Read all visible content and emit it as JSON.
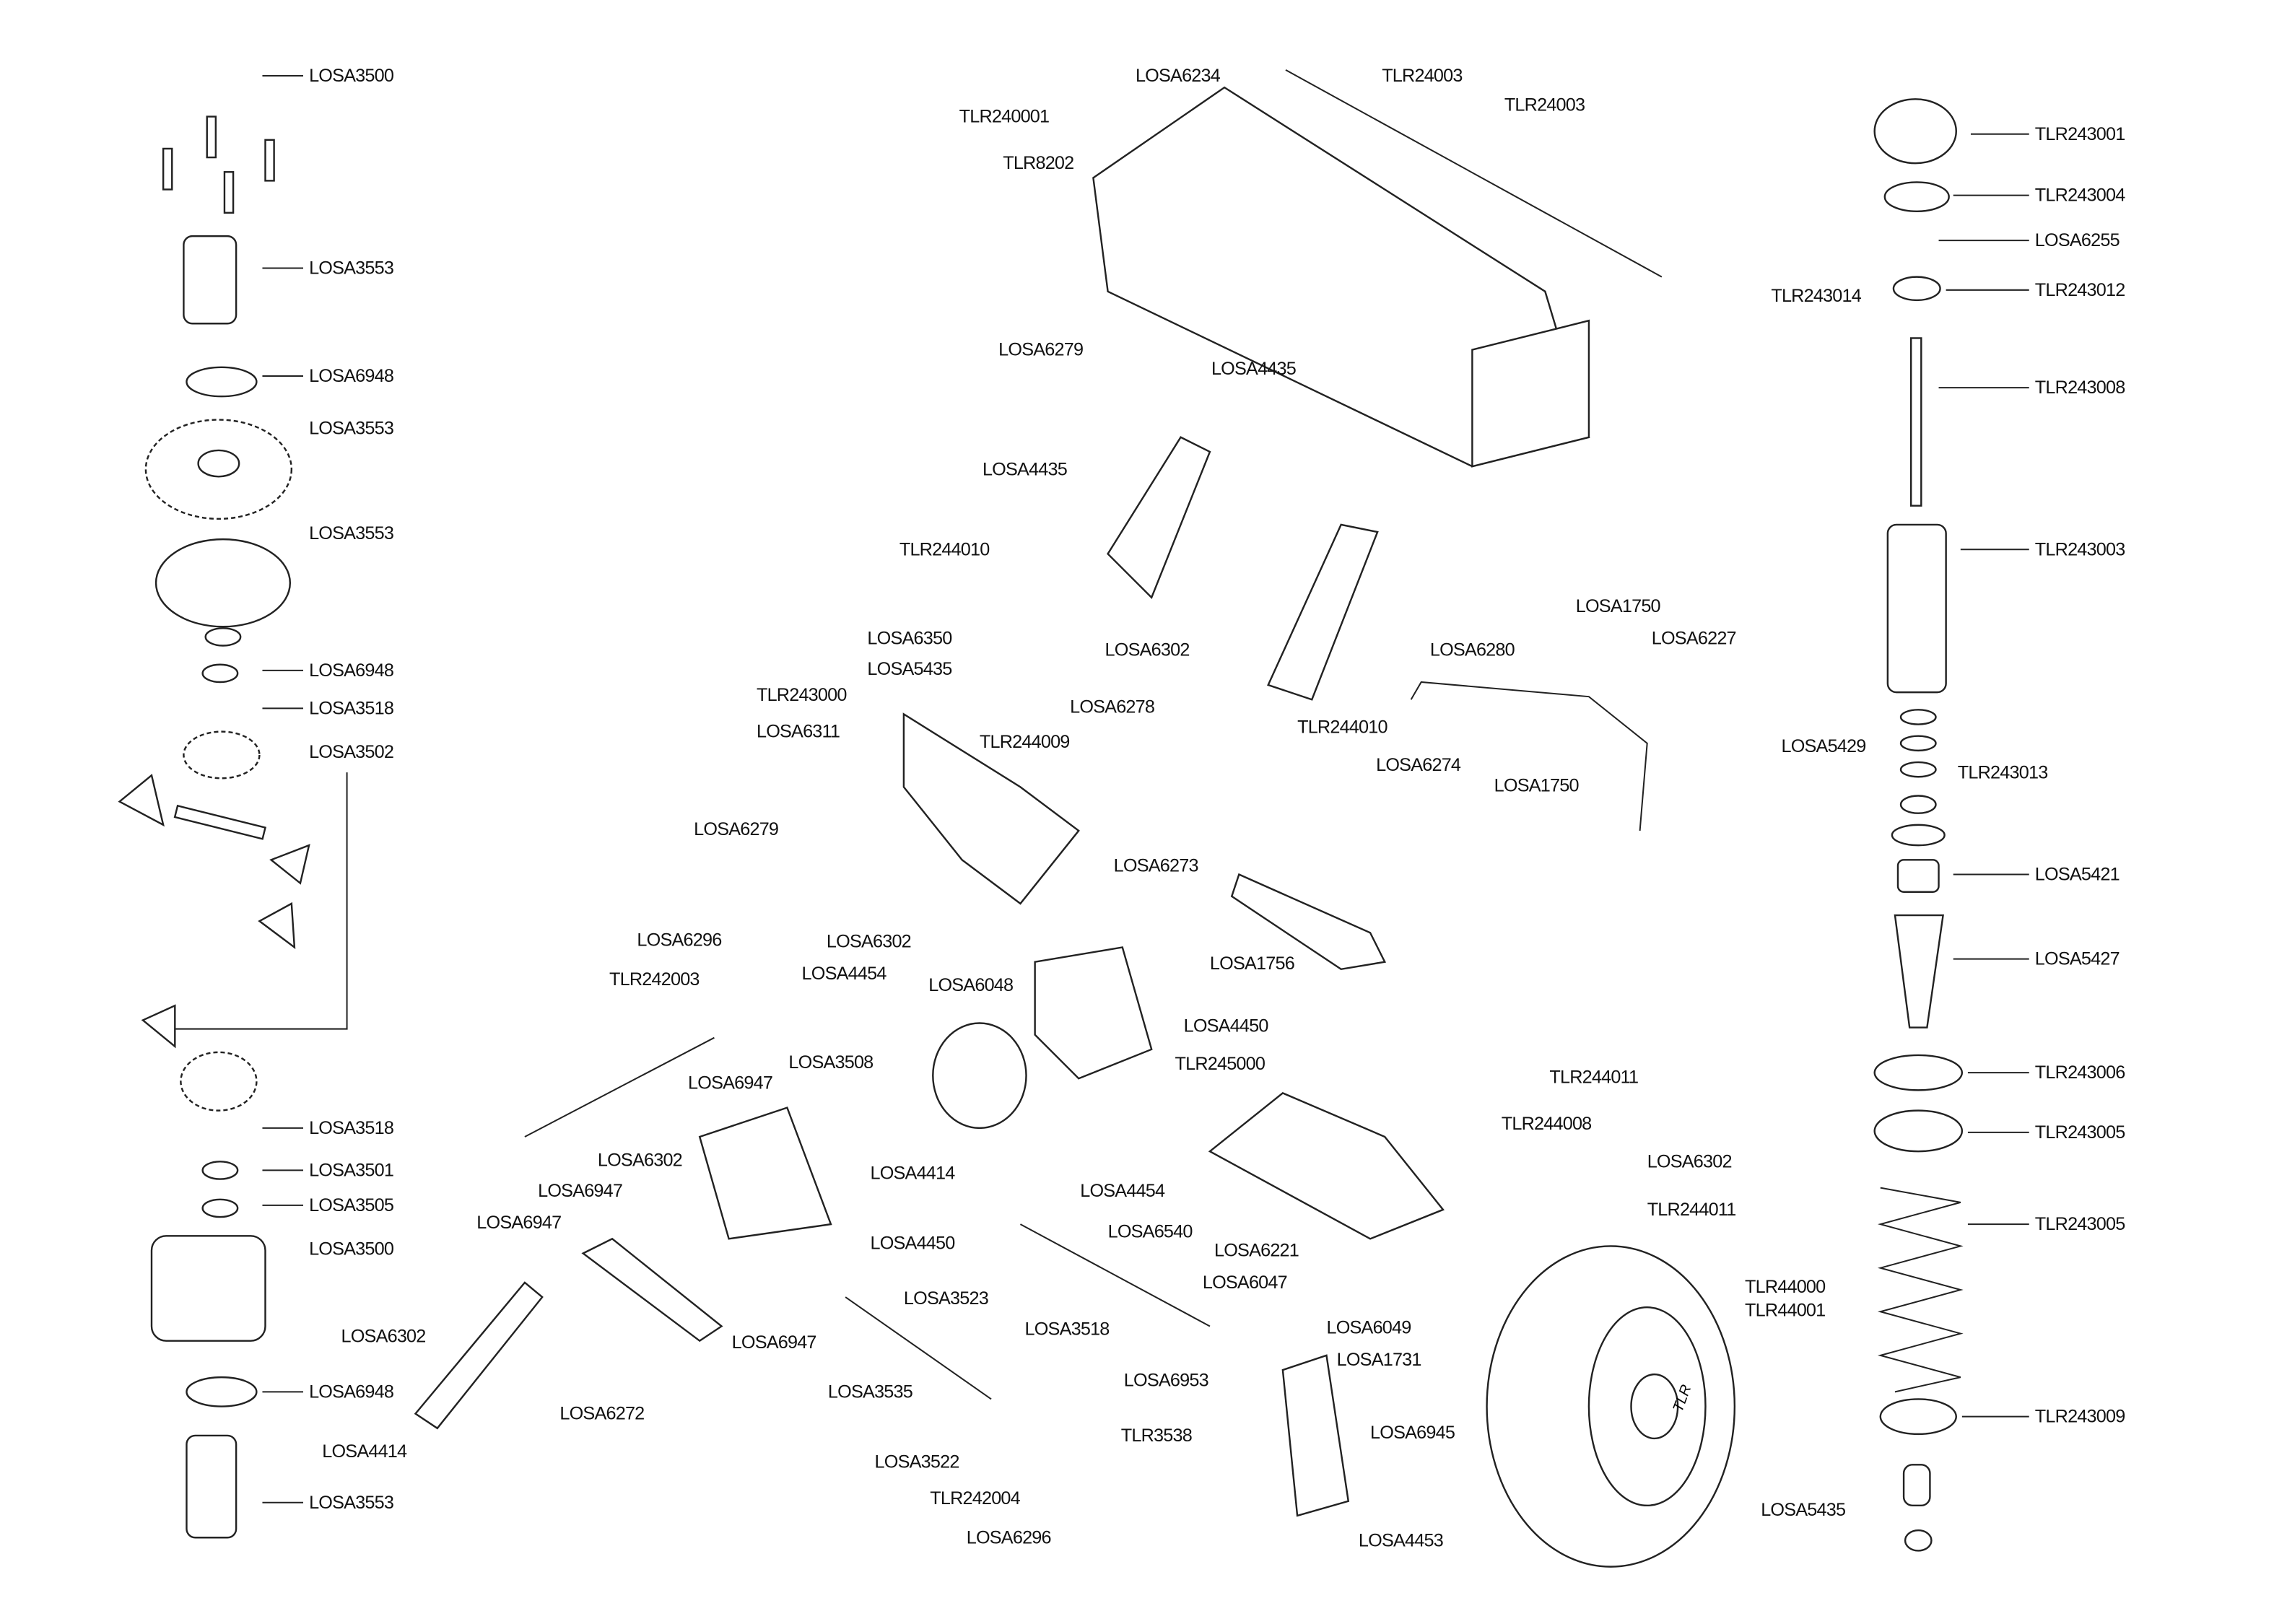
{
  "diagram": {
    "type": "exploded-parts-diagram",
    "line_color": "#222222",
    "background": "#ffffff",
    "wheel_logo_text": "TLR",
    "labels": [
      "LOSA3500",
      "LOSA3553",
      "LOSA6948",
      "LOSA3553",
      "LOSA3553",
      "LOSA6948",
      "LOSA3518",
      "LOSA3502",
      "LOSA3518",
      "LOSA3501",
      "LOSA3505",
      "LOSA3500",
      "LOSA6948",
      "LOSA3553",
      "LOSA6234",
      "TLR24003",
      "TLR24003",
      "TLR240001",
      "TLR8202",
      "LOSA6279",
      "LOSA4435",
      "LOSA4435",
      "TLR244010",
      "LOSA1750",
      "LOSA6227",
      "LOSA6350",
      "LOSA6302",
      "LOSA6280",
      "LOSA5435",
      "TLR243000",
      "LOSA6278",
      "TLR244010",
      "LOSA6311",
      "TLR244009",
      "LOSA6274",
      "LOSA1750",
      "LOSA6279",
      "LOSA6273",
      "LOSA6302",
      "LOSA6296",
      "LOSA6048",
      "LOSA1756",
      "TLR242003",
      "LOSA4454",
      "LOSA4450",
      "TLR245000",
      "LOSA3508",
      "LOSA6947",
      "TLR244011",
      "TLR244008",
      "LOSA6302",
      "LOSA6302",
      "LOSA4414",
      "LOSA4454",
      "LOSA6947",
      "TLR244011",
      "LOSA6947",
      "LOSA6540",
      "LOSA4450",
      "LOSA6221",
      "LOSA6047",
      "LOSA3523",
      "LOSA6049",
      "LOSA3518",
      "LOSA6302",
      "LOSA6947",
      "LOSA1731",
      "LOSA6953",
      "LOSA3535",
      "LOSA6272",
      "TLR3538",
      "LOSA6945",
      "LOSA4414",
      "LOSA3522",
      "TLR242004",
      "LOSA6296",
      "LOSA4453",
      "TLR243001",
      "TLR243004",
      "LOSA6255",
      "TLR243014",
      "TLR243012",
      "TLR243008",
      "TLR243003",
      "LOSA5429",
      "TLR243013",
      "LOSA5421",
      "LOSA5427",
      "TLR243006",
      "TLR243005",
      "TLR243005",
      "TLR44000",
      "TLR44001",
      "TLR243009",
      "LOSA5435"
    ]
  }
}
